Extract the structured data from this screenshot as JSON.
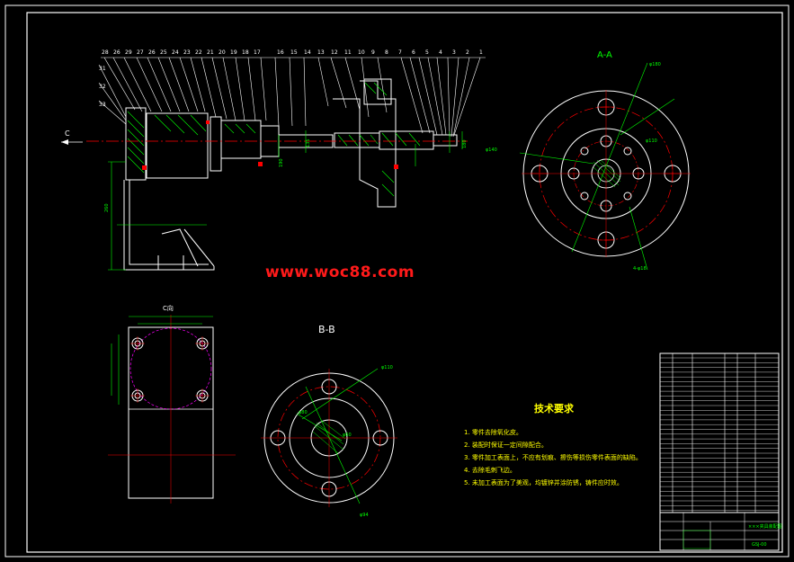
{
  "drawing": {
    "watermark": "www.woc88.com",
    "view_labels": {
      "section_aa": "A-A",
      "section_bb": "B-B",
      "view_c": "C",
      "view_c_top": "C向"
    },
    "technical_requirements": {
      "title": "技术要求",
      "items": [
        "1. 零件去除氧化皮。",
        "2. 装配时保证一定间隙配合。",
        "3. 零件加工表面上，不应有划痕、擦伤等损伤零件表面的缺陷。",
        "4. 去除毛刺飞边。",
        "5. 未加工表面为了美观，均镀锌并涂防锈，铸件应时效。"
      ]
    },
    "part_numbers_left": [
      "28",
      "26",
      "29",
      "27",
      "26",
      "25",
      "24",
      "23",
      "22",
      "21",
      "20",
      "19",
      "18",
      "17"
    ],
    "part_numbers_right": [
      "16",
      "15",
      "14",
      "13",
      "12",
      "11",
      "10",
      "9",
      "8",
      "7",
      "6",
      "5",
      "4",
      "3",
      "2",
      "1"
    ],
    "part_numbers_side": [
      "31",
      "32",
      "33"
    ],
    "dimensions": {
      "a_a": [
        "φ180",
        "φ140",
        "φ110",
        "4-φ18"
      ],
      "b_b": [
        "φ110",
        "φ80",
        "φ60",
        "φ94"
      ],
      "side": [
        "260",
        "135",
        "190",
        "180"
      ]
    },
    "title_block": {
      "drawing_title": "×××夹具装配图",
      "drawing_number": "GSJ-00"
    },
    "colors": {
      "background": "#000000",
      "outline": "#ffffff",
      "dimension": "#00ff00",
      "centerline": "#ff0000",
      "hidden": "#ff00ff",
      "notes": "#ffff00",
      "watermark": "#ff1a1a"
    }
  }
}
